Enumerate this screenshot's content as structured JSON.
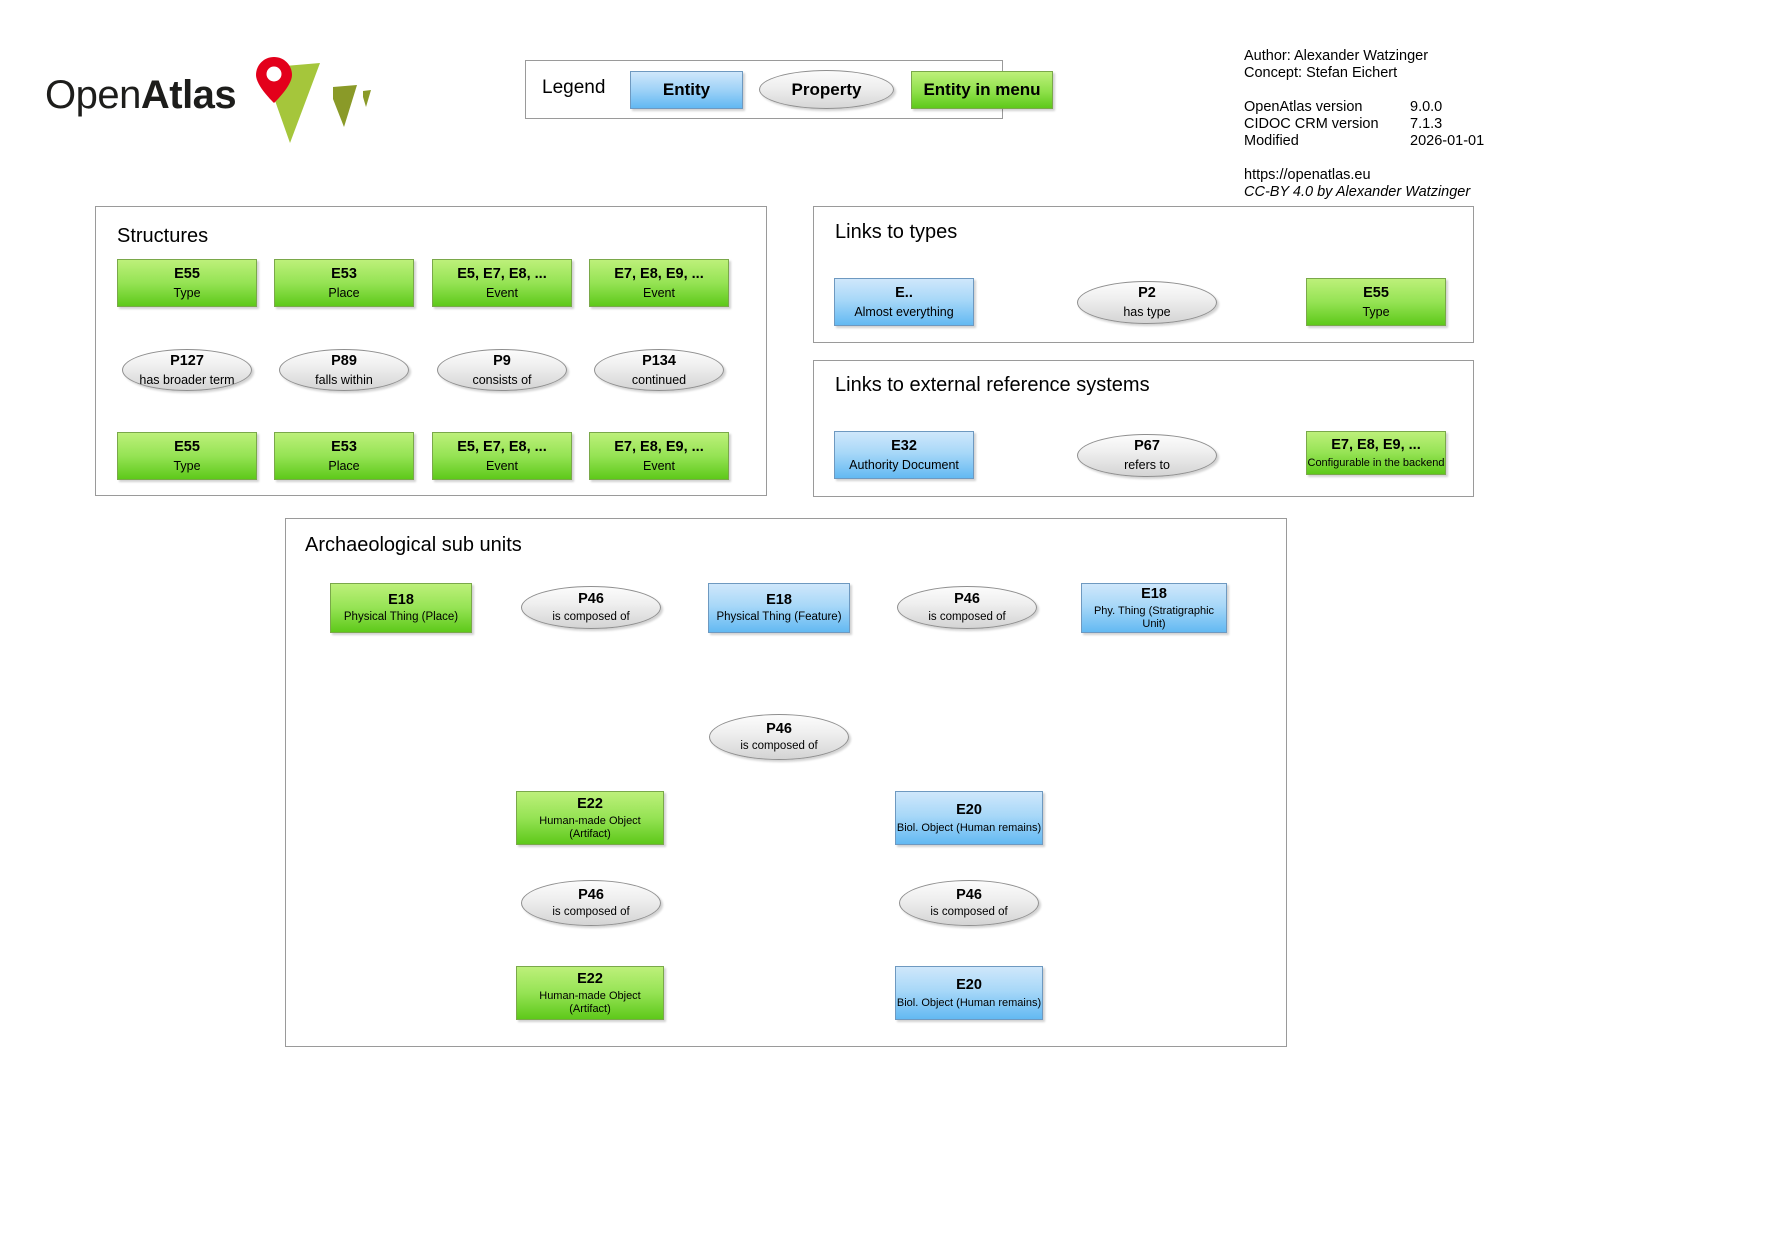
{
  "logo": {
    "part1": "Open",
    "part2": "Atlas",
    "pin_color": "#e3001b",
    "leaf_color": "#a5c63b"
  },
  "legend": {
    "label": "Legend",
    "entity": "Entity",
    "property": "Property",
    "entity_in_menu": "Entity in menu",
    "colors": {
      "entity": "#9ed2f7",
      "property": "#e8e8e8",
      "entity_in_menu": "#8ee04a"
    }
  },
  "meta": {
    "author": "Author: Alexander Watzinger",
    "concept": "Concept: Stefan Eichert",
    "openatlas_version_label": "OpenAtlas version",
    "openatlas_version_value": "9.0.0",
    "cidoc_version_label": "CIDOC CRM version",
    "cidoc_version_value": "7.1.3",
    "modified_label": "Modified",
    "modified_value": "2026-01-01",
    "url": "https://openatlas.eu",
    "license": "CC-BY 4.0 by Alexander Watzinger"
  },
  "sections": {
    "structures": {
      "title": "Structures",
      "columns": [
        {
          "top": {
            "code": "E55",
            "name": "Type",
            "style": "men"
          },
          "prop": {
            "code": "P127",
            "name": "has broader term"
          },
          "bottom": {
            "code": "E55",
            "name": "Type",
            "style": "men"
          }
        },
        {
          "top": {
            "code": "E53",
            "name": "Place",
            "style": "men"
          },
          "prop": {
            "code": "P89",
            "name": "falls within"
          },
          "bottom": {
            "code": "E53",
            "name": "Place",
            "style": "men"
          }
        },
        {
          "top": {
            "code": "E5, E7, E8, ...",
            "name": "Event",
            "style": "men"
          },
          "prop": {
            "code": "P9",
            "name": "consists of"
          },
          "bottom": {
            "code": "E5, E7, E8, ...",
            "name": "Event",
            "style": "men"
          }
        },
        {
          "top": {
            "code": "E7, E8, E9, ...",
            "name": "Event",
            "style": "men"
          },
          "prop": {
            "code": "P134",
            "name": "continued"
          },
          "bottom": {
            "code": "E7, E8, E9, ...",
            "name": "Event",
            "style": "men"
          }
        }
      ]
    },
    "links_to_types": {
      "title": "Links to types",
      "chain": [
        {
          "code": "E..",
          "name": "Almost everything",
          "style": "ent"
        },
        {
          "code": "P2",
          "name": "has type",
          "style": "prop"
        },
        {
          "code": "E55",
          "name": "Type",
          "style": "men"
        }
      ]
    },
    "links_to_external": {
      "title": "Links to external reference systems",
      "chain": [
        {
          "code": "E32",
          "name": "Authority Document",
          "style": "ent"
        },
        {
          "code": "P67",
          "name": "refers to",
          "style": "prop"
        },
        {
          "code": "E7, E8, E9, ...",
          "name": "Configurable in the backend",
          "style": "men"
        }
      ]
    },
    "archaeological": {
      "title": "Archaeological sub units",
      "nodes": {
        "place": {
          "code": "E18",
          "name": "Physical Thing (Place)",
          "style": "men"
        },
        "p46a": {
          "code": "P46",
          "name": "is composed of",
          "style": "prop"
        },
        "feature": {
          "code": "E18",
          "name": "Physical Thing (Feature)",
          "style": "ent"
        },
        "p46b": {
          "code": "P46",
          "name": "is composed of",
          "style": "prop"
        },
        "stratigraphic": {
          "code": "E18",
          "name": "Phy. Thing (Stratigraphic Unit)",
          "style": "ent"
        },
        "p46c": {
          "code": "P46",
          "name": "is composed of",
          "style": "prop"
        },
        "artifact": {
          "code": "E22",
          "name": "Human-made Object (Artifact)",
          "style": "men"
        },
        "p46d": {
          "code": "P46",
          "name": "is composed of",
          "style": "prop"
        },
        "artifact2": {
          "code": "E22",
          "name": "Human-made Object (Artifact)",
          "style": "men"
        },
        "human": {
          "code": "E20",
          "name": "Biol. Object (Human remains)",
          "style": "ent"
        },
        "p46e": {
          "code": "P46",
          "name": "is composed of",
          "style": "prop"
        },
        "human2": {
          "code": "E20",
          "name": "Biol. Object (Human remains)",
          "style": "ent"
        }
      }
    }
  }
}
